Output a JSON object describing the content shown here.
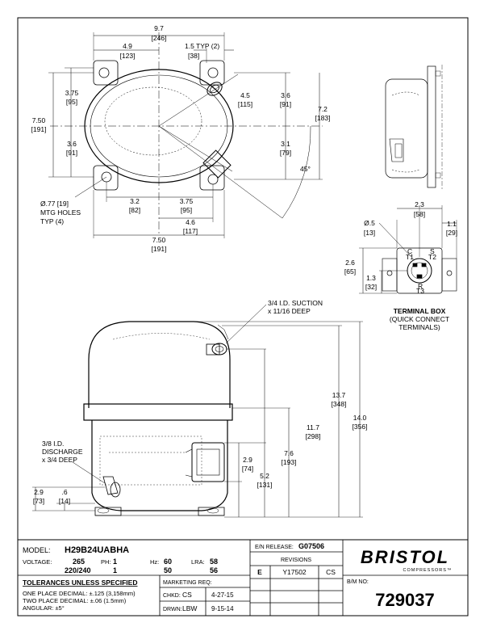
{
  "top_view": {
    "overall_width": "9.7",
    "overall_width_mm": "[246]",
    "left_width": "4.9",
    "left_width_mm": "[123]",
    "typ_right": "1.5  TYP (2)",
    "typ_right_mm": "[38]",
    "h_left_upper": "3.75",
    "h_left_upper_mm": "[95]",
    "h_left_total": "7.50",
    "h_left_total_mm": "[191]",
    "h_left_lower": "3.6",
    "h_left_lower_mm": "[91]",
    "offset_45": "4.5",
    "offset_45_mm": "[115]",
    "h_right_upper": "3.6",
    "h_right_upper_mm": "[91]",
    "h_right_total": "7.2",
    "h_right_total_mm": "[183]",
    "h_right_lower": "3.1",
    "h_right_lower_mm": "[79]",
    "angle": "45°",
    "bottom_a": "3.2",
    "bottom_a_mm": "[82]",
    "bottom_b": "3.75",
    "bottom_b_mm": "[95]",
    "bottom_c": "4.6",
    "bottom_c_mm": "[117]",
    "bottom_total": "7.50",
    "bottom_total_mm": "[191]",
    "mtg_line1": "Ø.77 [19]",
    "mtg_line2": "MTG HOLES",
    "mtg_line3": "TYP (4)"
  },
  "terminal_box": {
    "w1": "2.3",
    "w1_mm": "[58]",
    "w2": "1.1",
    "w2_mm": "[29]",
    "dia": "Ø.5",
    "dia_mm": "[13]",
    "h1": "2.6",
    "h1_mm": "[65]",
    "h2": "1.3",
    "h2_mm": "[32]",
    "t_c": "C",
    "t_t1": "T1",
    "t_s": "S",
    "t_t2": "T2",
    "t_r": "R",
    "t_t3": "T3",
    "title": "TERMINAL BOX",
    "subtitle1": "(QUICK CONNECT",
    "subtitle2": "TERMINALS)"
  },
  "side_view": {
    "suction_1": "3/4 I.D. SUCTION",
    "suction_2": "x 11/16 DEEP",
    "discharge_1": "3/8 I.D.",
    "discharge_2": "DISCHARGE",
    "discharge_3": "x 3/4 DEEP",
    "h_14": "14.0",
    "h_14_mm": "[356]",
    "h_137": "13.7",
    "h_137_mm": "[348]",
    "h_117": "11.7",
    "h_117_mm": "[298]",
    "h_76": "7.6",
    "h_76_mm": "[193]",
    "h_52": "5.2",
    "h_52_mm": "[131]",
    "h_29b": "2.9",
    "h_29b_mm": "[74]",
    "h_29": "2.9",
    "h_29_mm": "[73]",
    "h_06": ".6",
    "h_06_mm": "[14]"
  },
  "title_block": {
    "model_label": "MODEL:",
    "model_value": "H29B24UABHA",
    "voltage_label": "VOLTAGE:",
    "voltage_1": "265",
    "voltage_2": "220/240",
    "ph_label": "PH:",
    "ph_1": "1",
    "ph_2": "1",
    "hz_label": "Hz:",
    "hz_1": "60",
    "hz_2": "50",
    "lra_label": "LRA:",
    "lra_1": "58",
    "lra_2": "56",
    "tolerances": "TOLERANCES UNLESS SPECIFIED",
    "tol_1": "ONE PLACE DECIMAL: ±.125 (3,158mm)",
    "tol_2": "TWO PLACE DECIMAL: ±.06 (1.5mm)",
    "tol_3": "ANGULAR: ±5°",
    "marketing": "MARKETING REQ:",
    "chkd_label": "CHKD:",
    "chkd_value": "CS",
    "chkd_date": "4-27-15",
    "drwn_label": "DRWN:",
    "drwn_value": "LBW",
    "drwn_date": "9-15-14",
    "en_release_label": "E/N RELEASE:",
    "en_release_value": "G07506",
    "revisions": "REVISIONS",
    "rev_letter": "E",
    "rev_number": "Y17502",
    "rev_by": "CS",
    "logo": "BRISTOL",
    "logo_sub": "COMPRESSORS™",
    "bm_label": "B/M NO:",
    "bm_value": "729037"
  }
}
